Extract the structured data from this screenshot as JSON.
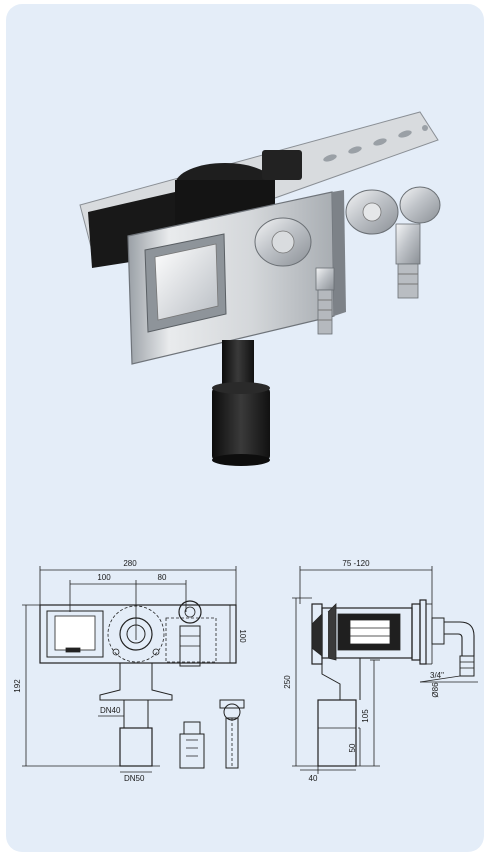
{
  "colors": {
    "panel_bg": "#e4edf8",
    "metal": "#c9ccd0",
    "dark_body": "#1c1c1c",
    "line": "#222222"
  },
  "front_view": {
    "width_total": "280",
    "offset_left": "100",
    "offset_right": "80",
    "height_plate": "100",
    "height_total": "192",
    "pipe_upper": "DN40",
    "pipe_lower": "DN50"
  },
  "side_view": {
    "depth_range": "75 -120",
    "height_total": "250",
    "height_outlet": "105",
    "height_bottom": "50",
    "width_bottom": "40",
    "cap_diameter": "Ø86",
    "thread_size": "3/4\""
  }
}
